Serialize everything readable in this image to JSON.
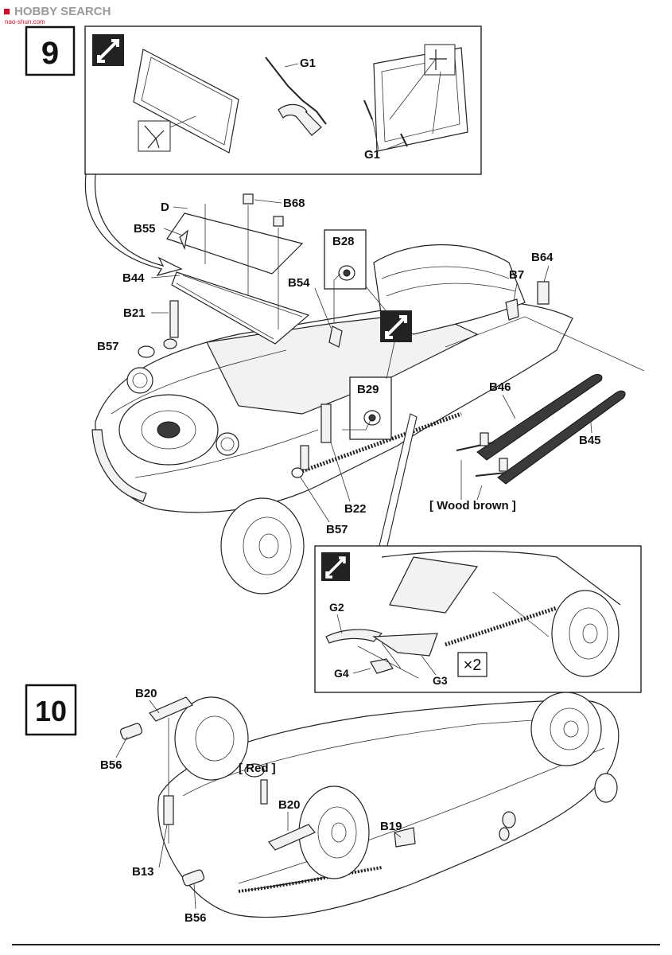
{
  "watermark": {
    "brand": "HOBBY SEARCH",
    "site": "nao-shun.com"
  },
  "step9": {
    "number": "9",
    "parts": {
      "g1_top": "G1",
      "g1_frame": "G1",
      "d": "D",
      "b68": "B68",
      "b55": "B55",
      "b44": "B44",
      "b28": "B28",
      "b54": "B54",
      "b21": "B21",
      "b57_left": "B57",
      "b29": "B29",
      "b22": "B22",
      "b57_bottom": "B57",
      "b64": "B64",
      "b7": "B7",
      "b46": "B46",
      "b45": "B45"
    },
    "color_note": "[ Wood brown ]",
    "inset": {
      "g2": "G2",
      "g3": "G3",
      "g4": "G4",
      "multiplier": "×2"
    }
  },
  "step10": {
    "number": "10",
    "parts": {
      "b20_top": "B20",
      "b56_top": "B56",
      "b13": "B13",
      "b56_bottom": "B56",
      "b20_bottom": "B20",
      "b19": "B19"
    },
    "color_note": "[ Red ]"
  }
}
